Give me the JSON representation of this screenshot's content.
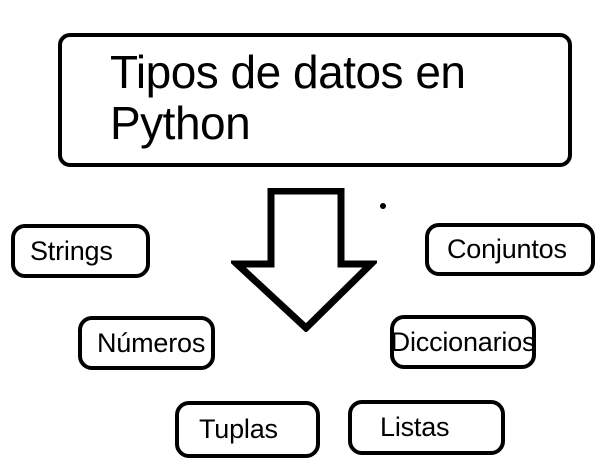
{
  "diagram": {
    "type": "concept-map",
    "title_node": {
      "label": "Tipos de datos en\nPython"
    },
    "arrow": {
      "icon": "down-arrow",
      "direction": "down",
      "color": "#000000"
    },
    "stray_mark": {
      "icon": "dot",
      "color": "#000000"
    },
    "leaf_nodes": [
      {
        "label": "Strings"
      },
      {
        "label": "Conjuntos"
      },
      {
        "label": "Números"
      },
      {
        "label": "Diccionarios"
      },
      {
        "label": "Tuplas"
      },
      {
        "label": "Listas"
      }
    ],
    "colors": {
      "background": "#ffffff",
      "stroke": "#000000",
      "text": "#000000"
    }
  }
}
